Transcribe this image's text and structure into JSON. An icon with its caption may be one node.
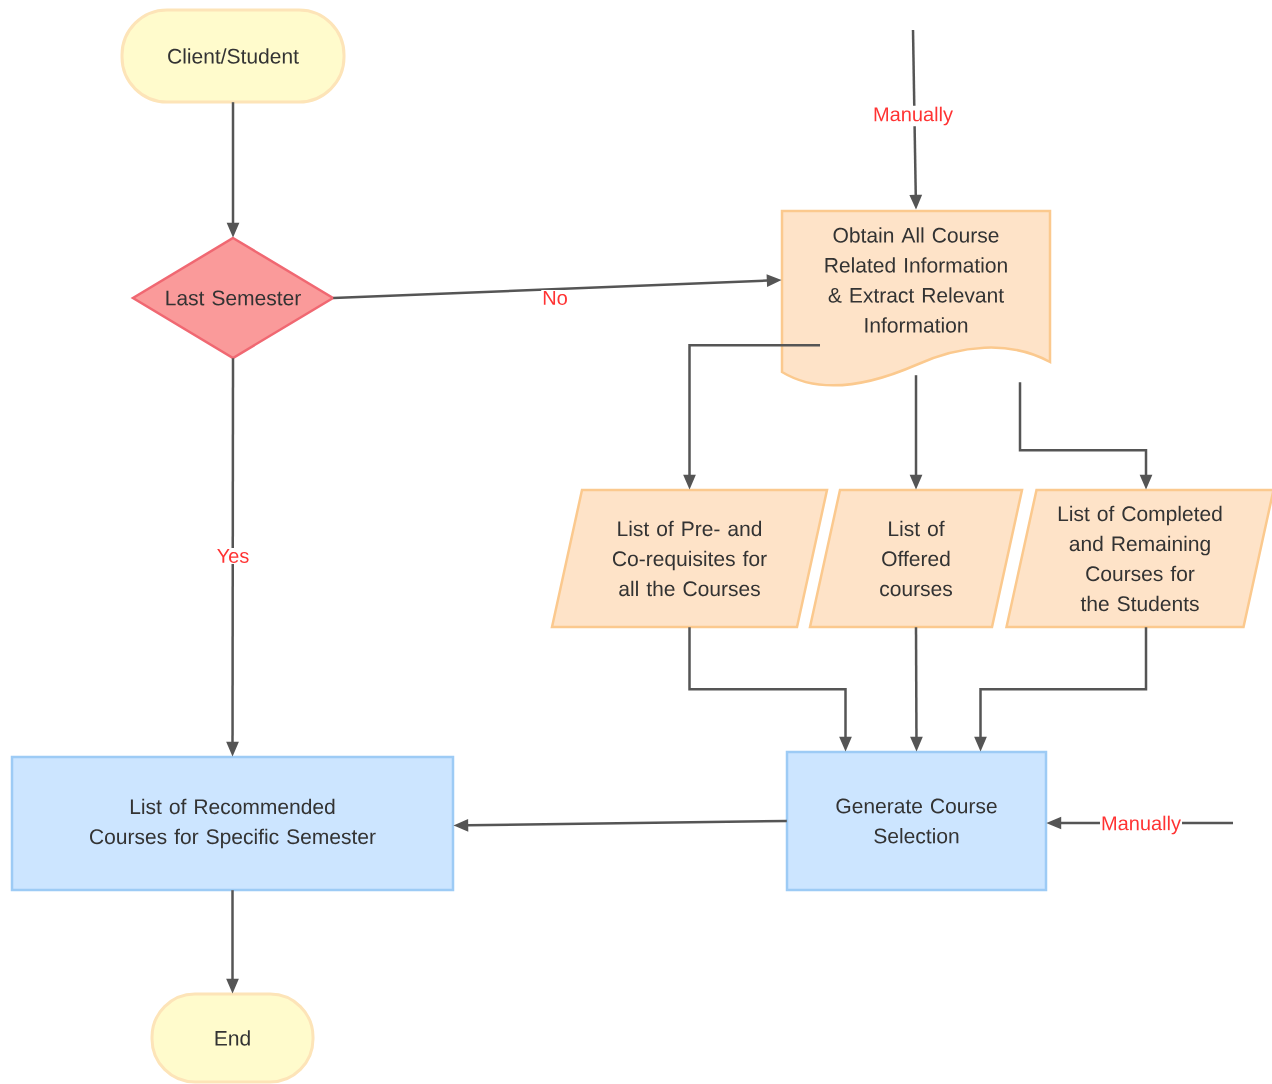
{
  "diagram": {
    "nodes": [
      {
        "text": [
          "Client/Student"
        ]
      },
      {
        "text": [
          "Last Semester"
        ]
      },
      {
        "text": [
          "Obtain All Course Related Information & Extract Relevant Information"
        ]
      },
      {
        "text": [
          "List of Pre- and Co-requisites for all the Courses"
        ]
      },
      {
        "text": [
          "List of Offered courses"
        ]
      },
      {
        "text": [
          "List of Completed and Remaining Courses for the Students"
        ]
      },
      {
        "text": [
          "Generate Course Selection"
        ]
      },
      {
        "text": [
          "List of Recommended Courses for Specific Semester"
        ]
      },
      {
        "text": [
          "End"
        ]
      }
    ],
    "edges": [
      {
        "from": 0,
        "to": 1,
        "arrow": "to"
      },
      {
        "from": 1,
        "to": 2,
        "arrow": "to",
        "label": "No"
      },
      {
        "from": 1,
        "to": 7,
        "arrow": "to",
        "label": "Yes"
      },
      {
        "from": null,
        "to": 2,
        "arrow": "to",
        "label": "Manually"
      },
      {
        "from": 2,
        "to": 3,
        "arrow": "to"
      },
      {
        "from": 2,
        "to": 4,
        "arrow": "to"
      },
      {
        "from": 2,
        "to": 5,
        "arrow": "to"
      },
      {
        "from": 3,
        "to": 6,
        "arrow": "to"
      },
      {
        "from": 4,
        "to": 6,
        "arrow": "to"
      },
      {
        "from": 5,
        "to": 6,
        "arrow": "to"
      },
      {
        "from": null,
        "to": 6,
        "arrow": "to",
        "label": "Manually"
      },
      {
        "from": 6,
        "to": 7,
        "arrow": "to"
      },
      {
        "from": 7,
        "to": 8,
        "arrow": "to"
      }
    ]
  }
}
